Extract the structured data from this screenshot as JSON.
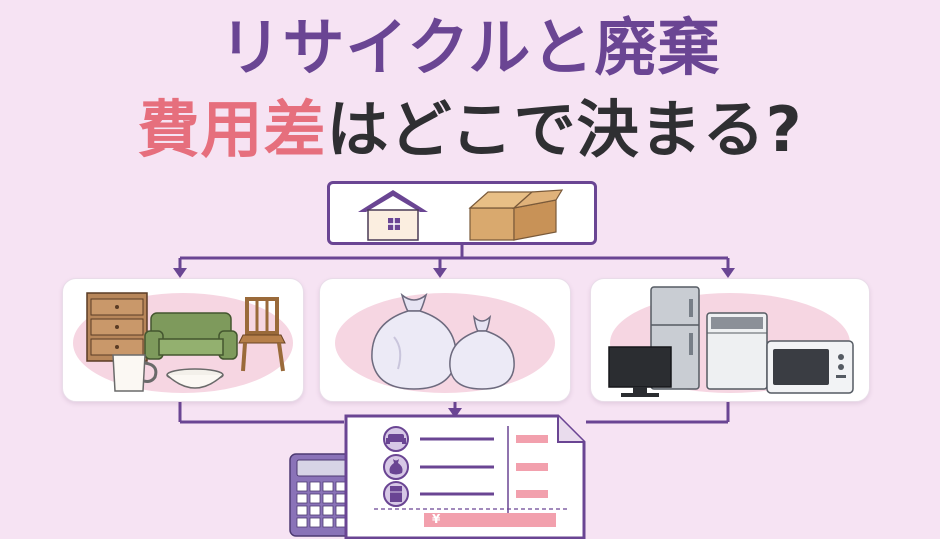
{
  "title": {
    "line1_part1": "リサイクルと",
    "line1_part2": "廃棄",
    "line2_part1": "費用差",
    "line2_part2": "はどこで決まる?"
  },
  "invoice": {
    "currency_symbol": "¥"
  },
  "icons": {
    "top_box": [
      "house-icon",
      "cardboard-box-icon"
    ],
    "card_left": [
      "dresser-icon",
      "sofa-icon",
      "chair-icon",
      "mug-icon",
      "bowl-icon"
    ],
    "card_mid": [
      "garbage-bag-large-icon",
      "garbage-bag-small-icon"
    ],
    "card_right": [
      "refrigerator-icon",
      "television-icon",
      "washing-machine-icon",
      "microwave-icon"
    ],
    "invoice_rows": [
      "sofa-row-icon",
      "garbage-bag-row-icon",
      "refrigerator-row-icon"
    ],
    "side": [
      "calculator-icon"
    ]
  },
  "colors": {
    "background": "#f6e3f3",
    "purple": "#6a4593",
    "pink": "#e66f7d",
    "dark_text": "#2f2f32"
  }
}
